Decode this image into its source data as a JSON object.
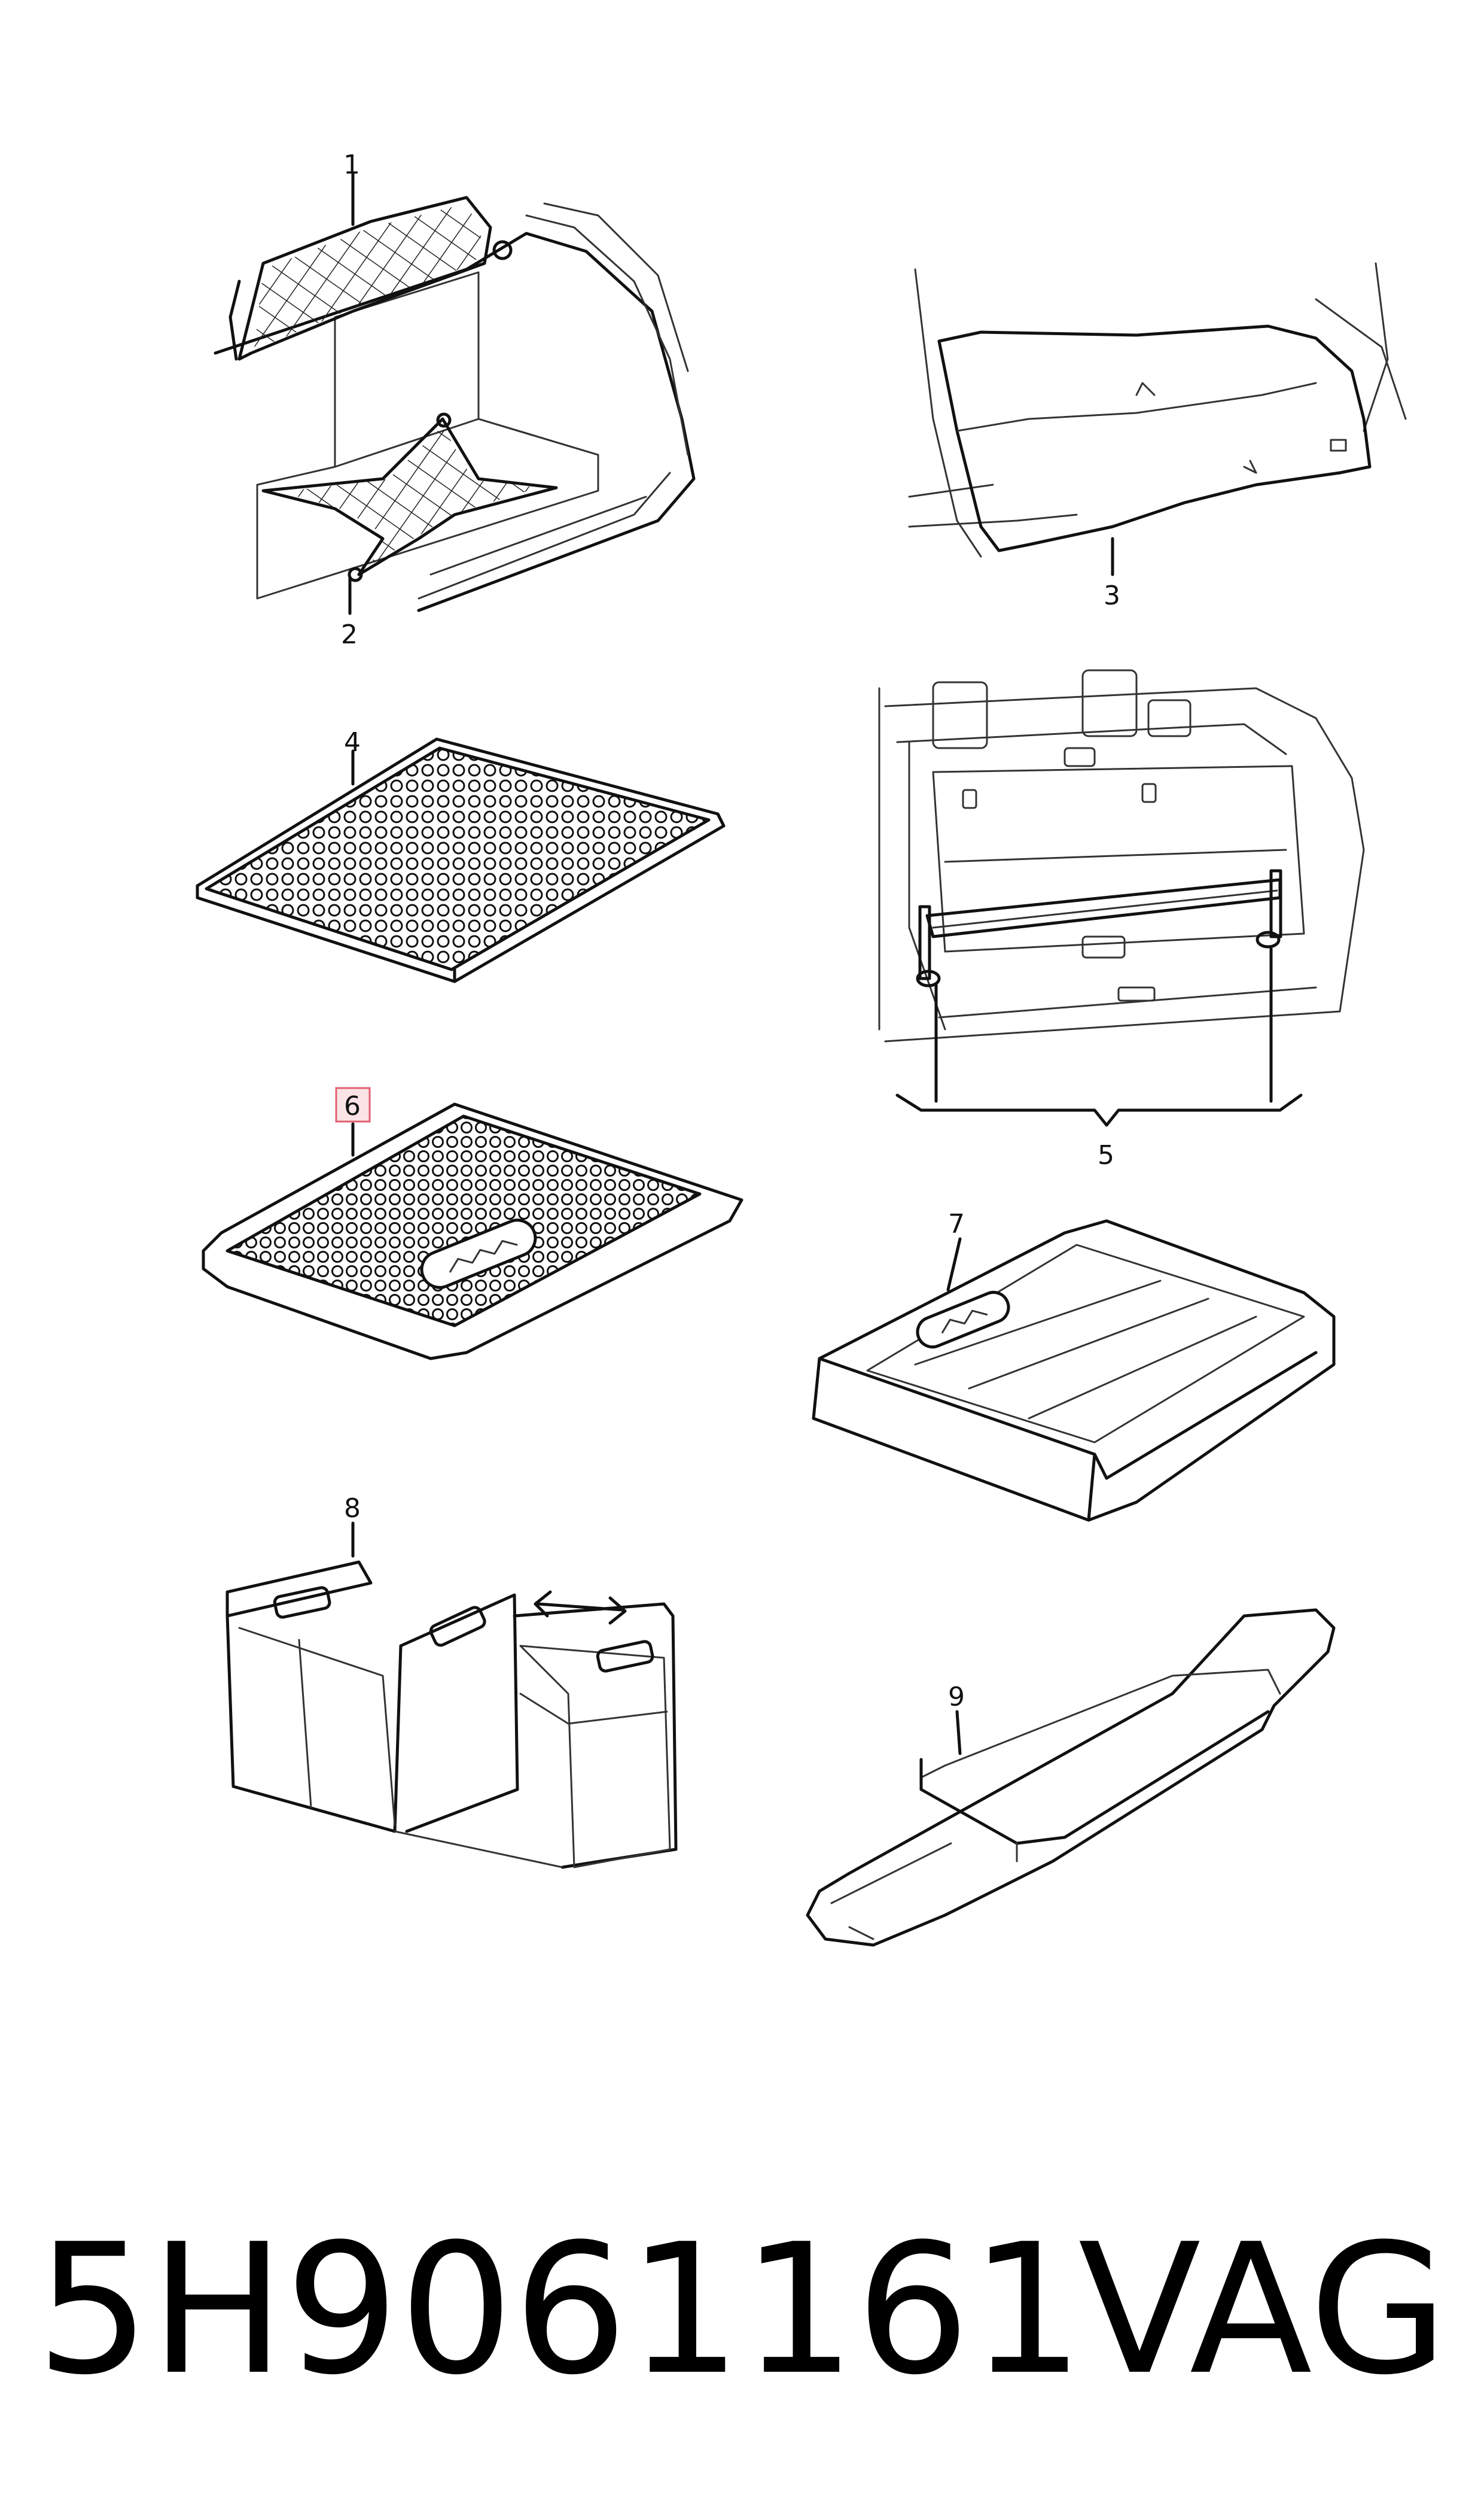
{
  "callouts": {
    "c1": "1",
    "c2": "2",
    "c3": "3",
    "c4": "4",
    "c5": "5",
    "c6": "6",
    "c7": "7",
    "c8": "8",
    "c9": "9"
  },
  "highlighted_callout": "6",
  "colors": {
    "line": "#111111",
    "highlight_box": "#e06070",
    "highlight_fill": "#fbe3e6"
  },
  "footer": {
    "part_number": "5H9061161",
    "brand": "VAG"
  }
}
